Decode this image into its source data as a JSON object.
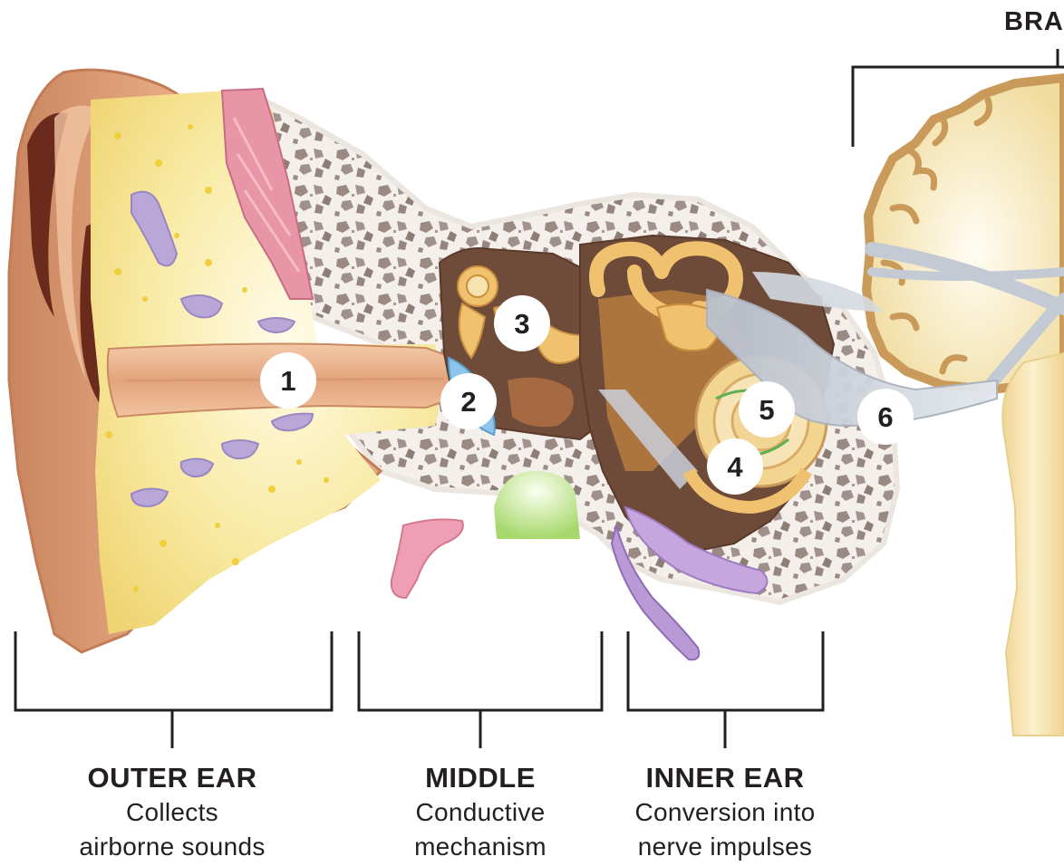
{
  "markers": [
    "1",
    "2",
    "3",
    "4",
    "5",
    "6"
  ],
  "brain_label": "BRA",
  "sections": {
    "outer": {
      "title": "OUTER EAR",
      "line1": "Collects",
      "line2": "airborne sounds"
    },
    "middle": {
      "title": "MIDDLE",
      "line1": "Conductive",
      "line2": "mechanism"
    },
    "inner": {
      "title": "INNER EAR",
      "line1": "Conversion into",
      "line2": "nerve impulses"
    }
  },
  "colors": {
    "skin": "#e3a67f",
    "skin_dark": "#c8835d",
    "fat": "#f6e48c",
    "bone": "#9c8c86",
    "bone_light": "#f3eeea",
    "cartilage_pink": "#e88da3",
    "gland_purple": "#b7a6d6",
    "ossicle": "#f0c16e",
    "cavity_dark": "#6e4a38",
    "eardrum": "#8ec5ec",
    "nerve": "#cdd3dd",
    "brain": "#f3dfa6",
    "brain_outline": "#c99a5a",
    "text": "#231f20"
  },
  "icons": {
    "marker": "numbered-circle-marker",
    "bracket": "section-bracket"
  }
}
